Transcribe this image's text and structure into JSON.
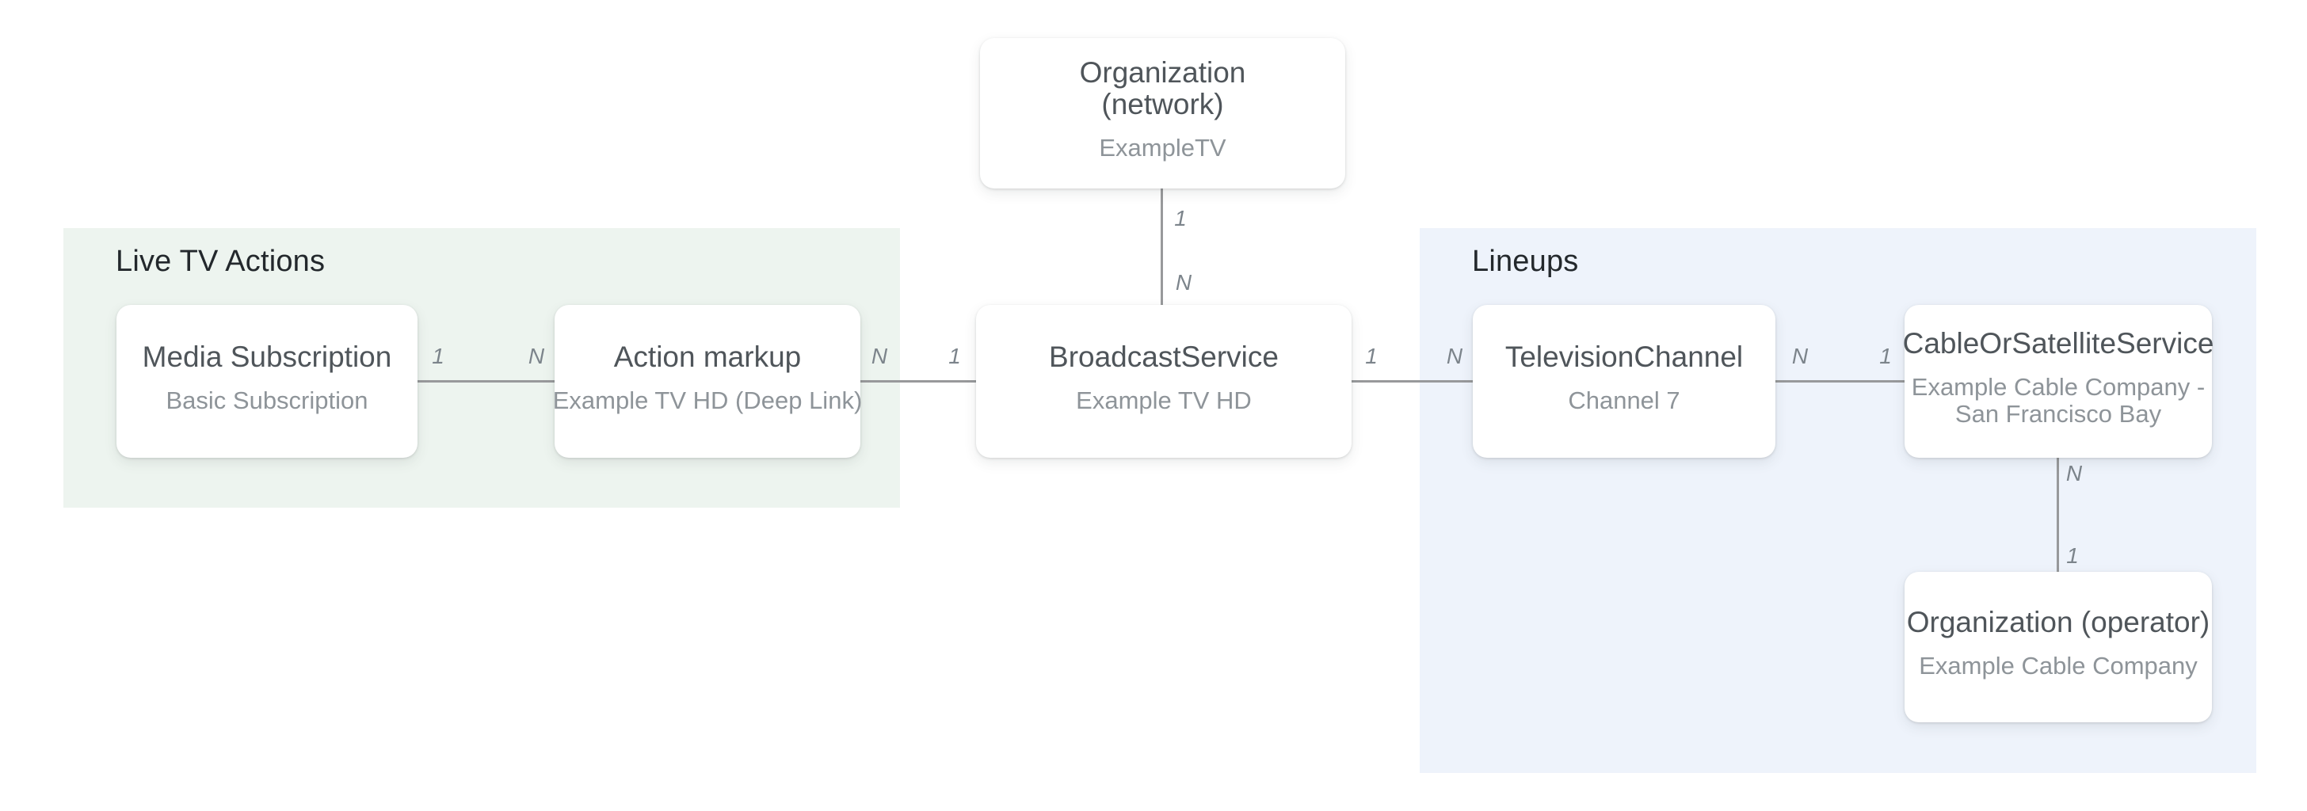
{
  "regions": {
    "live_tv_actions": {
      "label": "Live TV Actions",
      "bg_color": "#edf4ef"
    },
    "lineups": {
      "label": "Lineups",
      "bg_color": "#eef3fb"
    }
  },
  "nodes": {
    "org_network": {
      "title_line1": "Organization",
      "title_line2": "(network)",
      "subtitle": "ExampleTV"
    },
    "media_subscription": {
      "title": "Media Subscription",
      "subtitle": "Basic Subscription"
    },
    "action_markup": {
      "title": "Action markup",
      "subtitle": "Example TV HD (Deep Link)"
    },
    "broadcast_service": {
      "title": "BroadcastService",
      "subtitle": "Example TV HD"
    },
    "television_channel": {
      "title": "TelevisionChannel",
      "subtitle": "Channel 7"
    },
    "cable_or_satellite": {
      "title": "CableOrSatelliteService",
      "subtitle_line1": "Example Cable Company -",
      "subtitle_line2": "San Francisco Bay"
    },
    "org_operator": {
      "title": "Organization (operator)",
      "subtitle": "Example Cable Company"
    }
  },
  "edges": {
    "network_to_broadcast": {
      "top_label": "1",
      "bottom_label": "N"
    },
    "media_to_action": {
      "left_label": "1",
      "right_label": "N"
    },
    "action_to_broadcast": {
      "left_label": "N",
      "right_label": "1"
    },
    "broadcast_to_channel": {
      "left_label": "1",
      "right_label": "N"
    },
    "channel_to_cable": {
      "left_label": "N",
      "right_label": "1"
    },
    "cable_to_operator": {
      "top_label": "N",
      "bottom_label": "1"
    }
  },
  "colors": {
    "live_tv_actions_bg": "#edf4ef",
    "lineups_bg": "#eef3fb",
    "connector_line": "#98999b",
    "section_title_text": "#23282c",
    "node_title_text": "#4f555a",
    "node_subtitle_text": "#8e9499",
    "cardinality_text": "#7c848b"
  }
}
